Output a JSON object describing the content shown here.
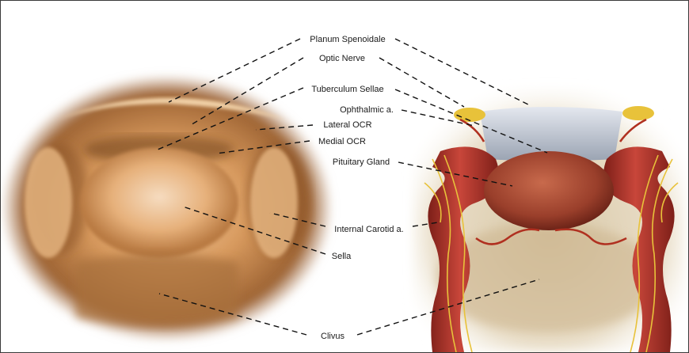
{
  "labels": {
    "planum": "Planum Spenoidale",
    "optic_nerve": "Optic Nerve",
    "tuberculum": "Tuberculum Sellae",
    "ophthalmic": "Ophthalmic a.",
    "lateral_ocr": "Lateral OCR",
    "medial_ocr": "Medial OCR",
    "pituitary": "Pituitary Gland",
    "internal_carotid": "Internal Carotid a.",
    "sella": "Sella",
    "clivus": "Clivus"
  },
  "colors": {
    "frame_border": "#3a3a3a",
    "leader_line": "#111111",
    "bone_light": "#f0caa0",
    "bone_mid": "#d89a5e",
    "bone_dark": "#7a4a22",
    "artery": "#b5342a",
    "artery_dark": "#7d1f18",
    "gland": "#a04a32",
    "nerve_yellow": "#e8c23a",
    "dura_gray": "#b9c0cc"
  }
}
